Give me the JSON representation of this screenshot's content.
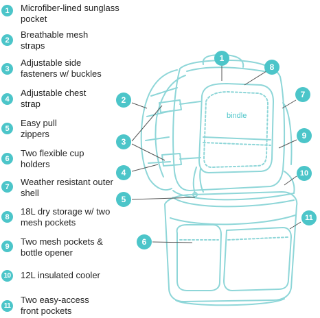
{
  "colors": {
    "accent": "#4cc5c9",
    "line": "#8ed6d8",
    "text": "#222222"
  },
  "brand": "bindle",
  "legend": [
    {
      "num": "1",
      "text": "Microfiber-lined sunglass pocket"
    },
    {
      "num": "2",
      "text": "Breathable mesh straps"
    },
    {
      "num": "3",
      "text": "Adjustable side fasteners w/ buckles"
    },
    {
      "num": "4",
      "text": "Adjustable chest strap"
    },
    {
      "num": "5",
      "text": "Easy pull zippers"
    },
    {
      "num": "6",
      "text": "Two flexible cup holders"
    },
    {
      "num": "7",
      "text": "Weather resistant outer shell"
    },
    {
      "num": "8",
      "text": "18L dry storage w/ two mesh pockets"
    },
    {
      "num": "9",
      "text": "Two mesh pockets & bottle opener"
    },
    {
      "num": "10",
      "text": "12L insulated cooler"
    },
    {
      "num": "11",
      "text": "Two easy-access front pockets"
    }
  ]
}
